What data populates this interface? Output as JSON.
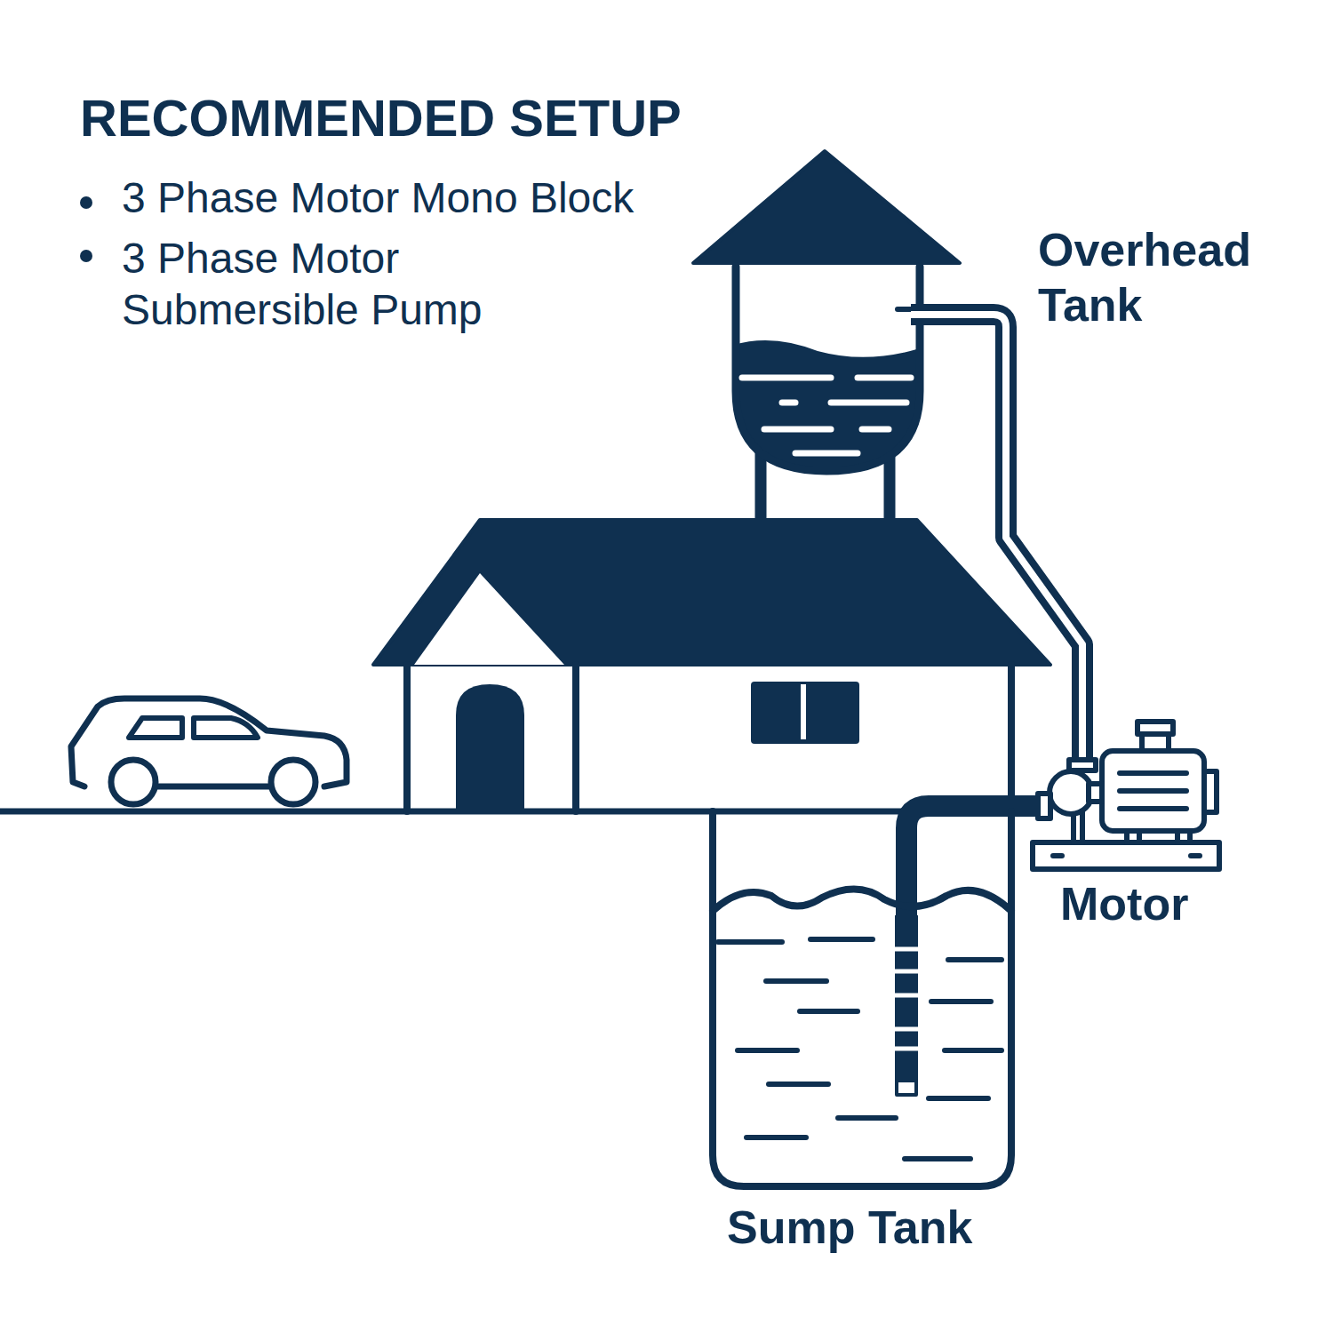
{
  "diagram": {
    "title": "RECOMMENDED SETUP",
    "labels": [
      "3 Phase Motor Mono Block",
      "3 Phase Motor Submersible Pump",
      "Overhead Tank",
      "Motor",
      "Sump Tank"
    ]
  }
}
